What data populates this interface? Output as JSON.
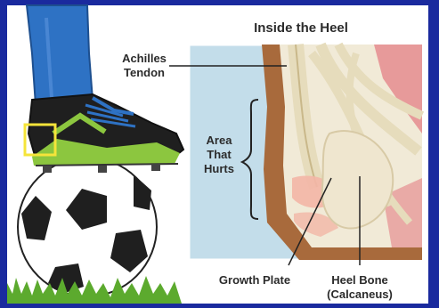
{
  "diagram": {
    "title": "Inside the Heel",
    "labels": {
      "achilles_line1": "Achilles",
      "achilles_line2": "Tendon",
      "area_line1": "Area",
      "area_line2": "That",
      "area_line3": "Hurts",
      "growth_plate": "Growth Plate",
      "heel_bone_line1": "Heel Bone",
      "heel_bone_line2": "(Calcaneus)"
    },
    "colors": {
      "border": "#1a2a9e",
      "inset_bg": "#c3ddea",
      "sock": "#2e72c4",
      "shoe": "#1f1f1f",
      "shoe_accent": "#8cc63f",
      "highlight_box": "#f5e43a",
      "tendon": "#e6dcbc",
      "heel_skin": "#a86a3c",
      "muscle": "#e79a9a",
      "grass": "#5caa2e"
    }
  }
}
